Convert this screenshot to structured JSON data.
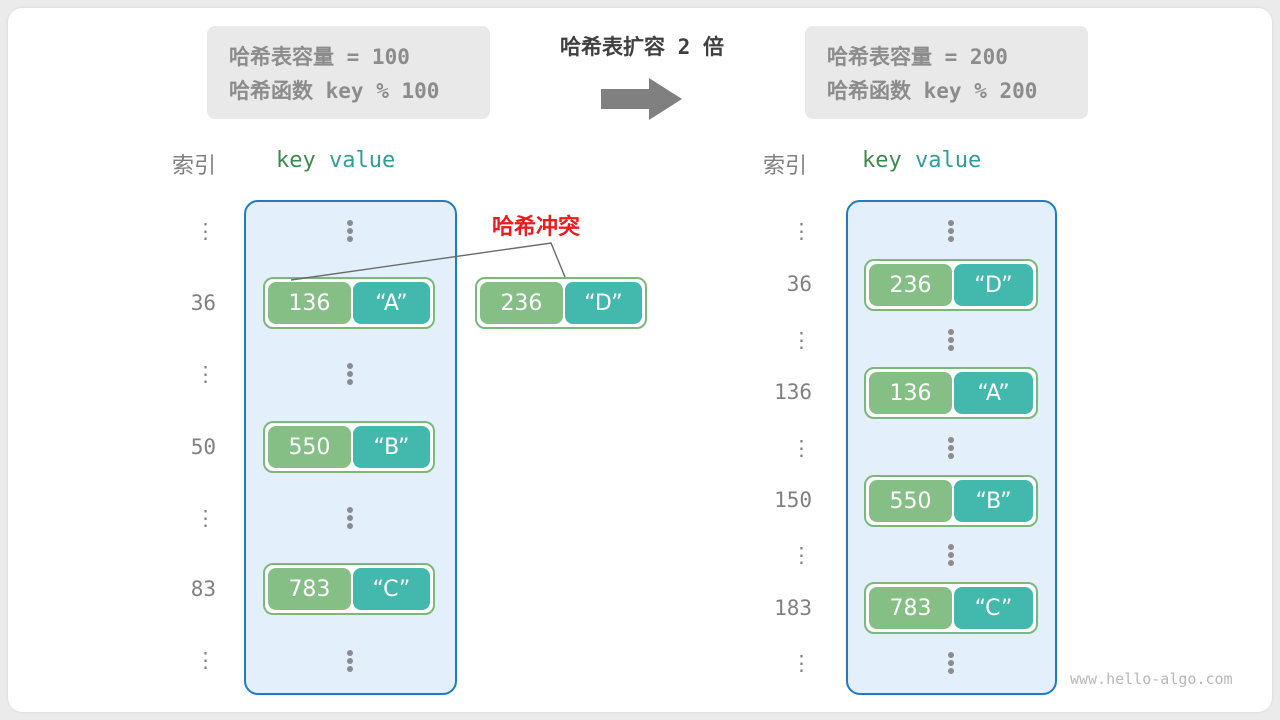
{
  "operation": {
    "title": "哈希表扩容 2 倍",
    "arrow_icon": "right-arrow-icon"
  },
  "before": {
    "capacity_line": "哈希表容量 = 100",
    "hash_fn_line": "哈希函数 key % 100",
    "headers": {
      "index": "索引",
      "key": "key",
      "value": "value"
    },
    "rows": [
      {
        "index": "⋮",
        "type": "ellipsis"
      },
      {
        "index": "36",
        "type": "entry",
        "key": "136",
        "value": "“A”"
      },
      {
        "index": "⋮",
        "type": "ellipsis"
      },
      {
        "index": "50",
        "type": "entry",
        "key": "550",
        "value": "“B”"
      },
      {
        "index": "⋮",
        "type": "ellipsis"
      },
      {
        "index": "83",
        "type": "entry",
        "key": "783",
        "value": "“C”"
      },
      {
        "index": "⋮",
        "type": "ellipsis"
      }
    ]
  },
  "after": {
    "capacity_line": "哈希表容量 = 200",
    "hash_fn_line": "哈希函数 key % 200",
    "headers": {
      "index": "索引",
      "key": "key",
      "value": "value"
    },
    "rows": [
      {
        "index": "⋮",
        "type": "ellipsis"
      },
      {
        "index": "36",
        "type": "entry",
        "key": "236",
        "value": "“D”"
      },
      {
        "index": "⋮",
        "type": "ellipsis"
      },
      {
        "index": "136",
        "type": "entry",
        "key": "136",
        "value": "“A”"
      },
      {
        "index": "⋮",
        "type": "ellipsis"
      },
      {
        "index": "150",
        "type": "entry",
        "key": "550",
        "value": "“B”"
      },
      {
        "index": "⋮",
        "type": "ellipsis"
      },
      {
        "index": "183",
        "type": "entry",
        "key": "783",
        "value": "“C”"
      },
      {
        "index": "⋮",
        "type": "ellipsis"
      }
    ]
  },
  "collision": {
    "label": "哈希冲突",
    "pending_entry": {
      "key": "236",
      "value": "“D”"
    }
  },
  "watermark": "www.hello-algo.com",
  "colors": {
    "key_fill": "#86bf86",
    "value_fill": "#43b9ae",
    "bucket_fill": "#e3f0fb",
    "bucket_border": "#1f7bc4",
    "collision_red": "#ef1b1b",
    "info_box_bg": "#e9e9e9",
    "info_text": "#8c8c8c",
    "index_text": "#808080",
    "key_head": "#3c8a4e",
    "value_head": "#2f9e9b",
    "arrow_gray": "#808080"
  }
}
